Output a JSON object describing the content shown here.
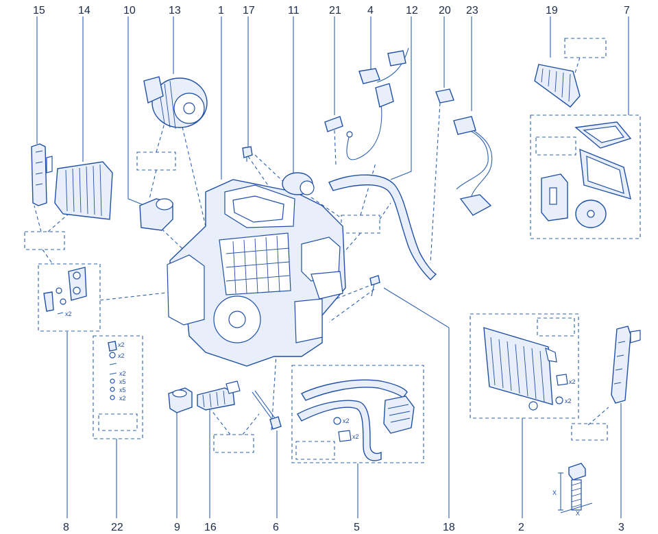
{
  "callouts": {
    "c1": "1",
    "c2": "2",
    "c3": "3",
    "c4": "4",
    "c5": "5",
    "c6": "6",
    "c7": "7",
    "c8": "8",
    "c9": "9",
    "c10": "10",
    "c11": "11",
    "c12": "12",
    "c13": "13",
    "c14": "14",
    "c15": "15",
    "c16": "16",
    "c17": "17",
    "c18": "18",
    "c19": "19",
    "c20": "20",
    "c21": "21",
    "c22": "22",
    "c23": "23"
  },
  "quantities": {
    "valve_screw": "x2",
    "radiator_clip": "x2",
    "radiator_seal": "x2",
    "pipe_seal": "x2",
    "pipe_clip": "x2",
    "kit_a": "x2",
    "kit_b": "x2",
    "kit_c": "x2",
    "kit_d": "x5",
    "kit_e": "x5",
    "kit_f": "x2"
  },
  "bolt_dimension": {
    "height_label": "X",
    "width_label": "X"
  },
  "colors": {
    "line": "#1e4fa8",
    "fill": "#e9effa",
    "text": "#1a2a4a"
  }
}
